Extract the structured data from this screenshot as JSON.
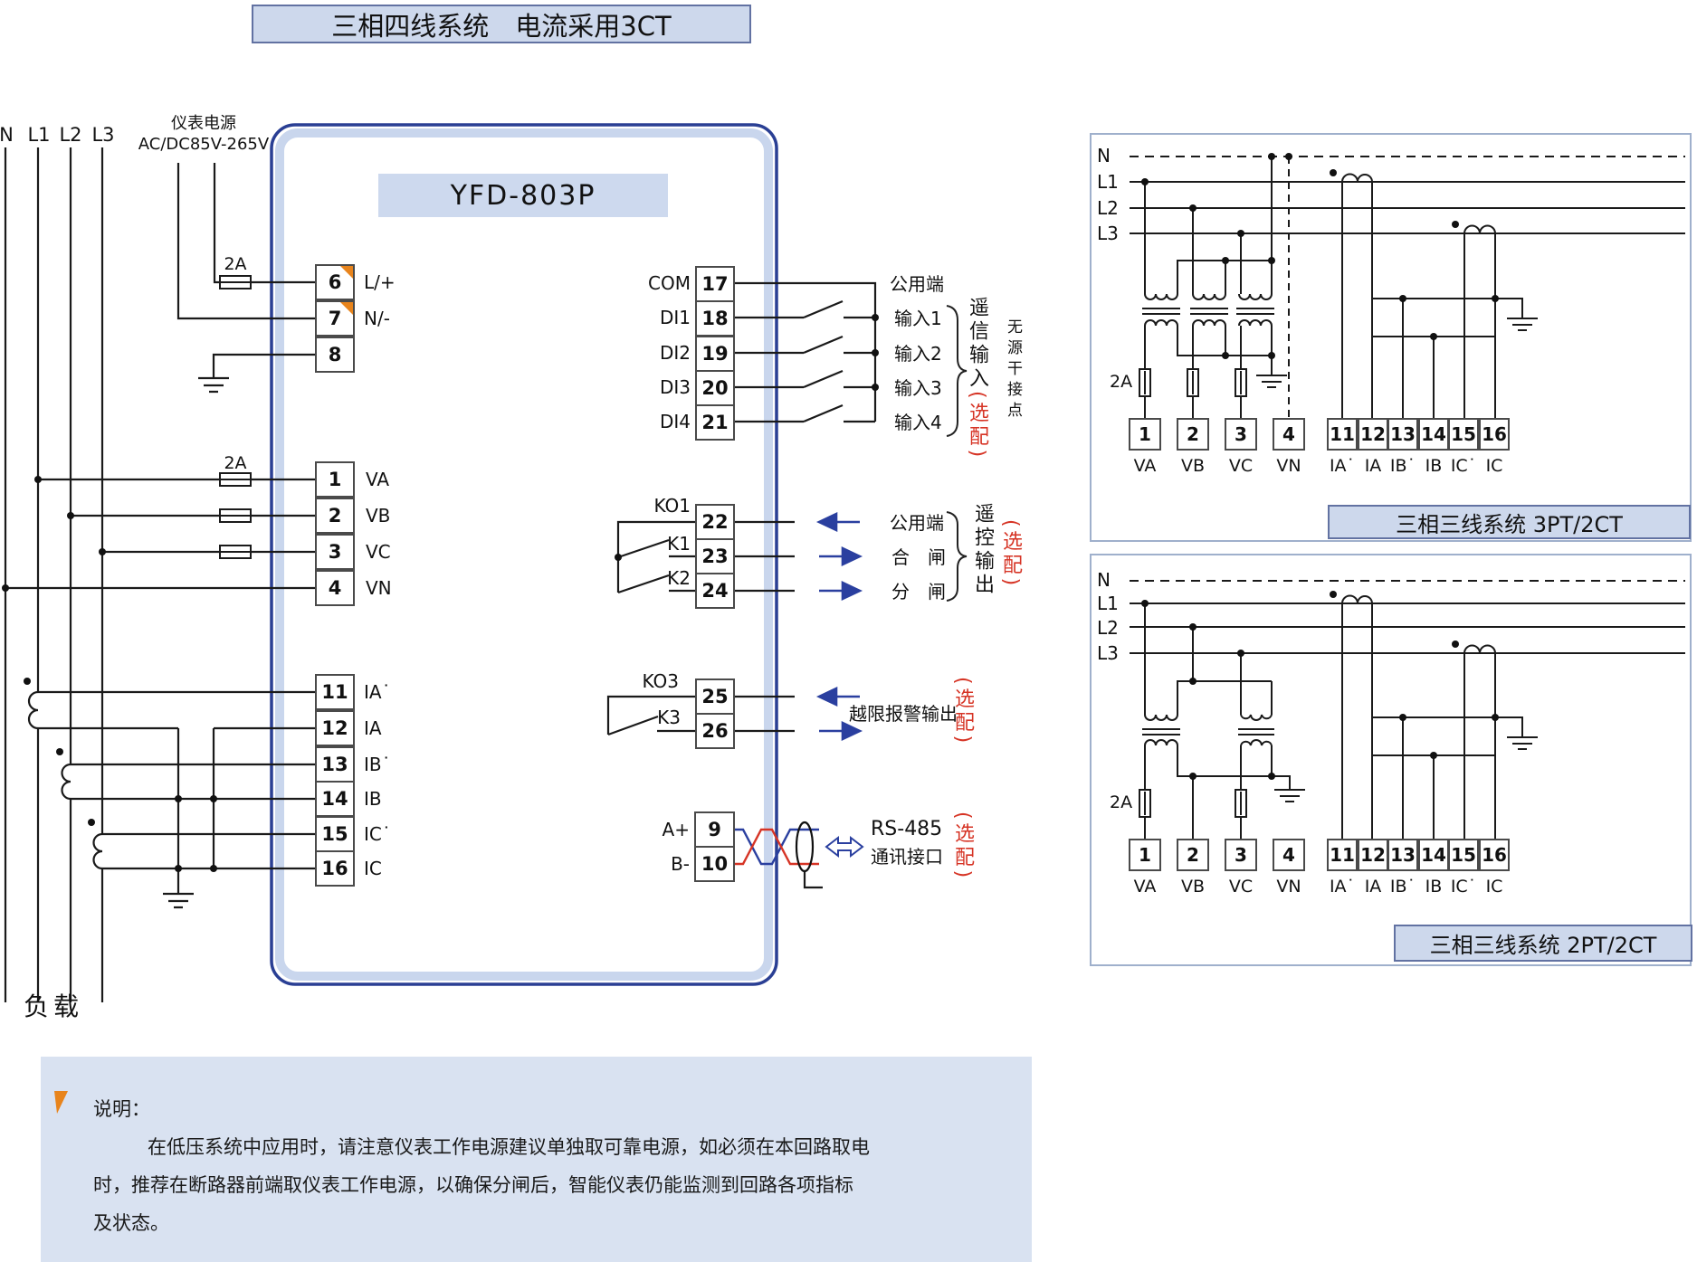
{
  "title": "三相四线系统　电流采用3CT",
  "labels": {
    "fuse": "2A"
  },
  "bus": {
    "labels": [
      "N",
      "L1",
      "L2",
      "L3"
    ],
    "load": "负载"
  },
  "supply": {
    "line1": "仪表电源",
    "line2": "AC/DC85V-265V"
  },
  "device": {
    "model": "YFD-803P",
    "power_terminals": [
      {
        "no": "6",
        "label": "L/+"
      },
      {
        "no": "7",
        "label": "N/-"
      },
      {
        "no": "8",
        "label": ""
      }
    ],
    "voltage_terminals": [
      {
        "no": "1",
        "label": "VA"
      },
      {
        "no": "2",
        "label": "VB"
      },
      {
        "no": "3",
        "label": "VC"
      },
      {
        "no": "4",
        "label": "VN"
      }
    ],
    "current_terminals": [
      {
        "no": "11",
        "label": "IA˙"
      },
      {
        "no": "12",
        "label": "IA"
      },
      {
        "no": "13",
        "label": "IB˙"
      },
      {
        "no": "14",
        "label": "IB"
      },
      {
        "no": "15",
        "label": "IC˙"
      },
      {
        "no": "16",
        "label": "IC"
      }
    ],
    "di_terminals": [
      {
        "no": "17",
        "label": "COM"
      },
      {
        "no": "18",
        "label": "DI1"
      },
      {
        "no": "19",
        "label": "DI2"
      },
      {
        "no": "20",
        "label": "DI3"
      },
      {
        "no": "21",
        "label": "DI4"
      }
    ],
    "ko1": {
      "name": "KO1",
      "k1": "K1",
      "k2": "K2",
      "terminals": [
        "22",
        "23",
        "24"
      ]
    },
    "ko3": {
      "name": "KO3",
      "k3": "K3",
      "terminals": [
        "25",
        "26"
      ]
    },
    "comm_terminals": [
      {
        "no": "9",
        "label": "A+"
      },
      {
        "no": "10",
        "label": "B-"
      }
    ]
  },
  "annotations": {
    "di": {
      "common": "公用端",
      "inputs": [
        "输入1",
        "输入2",
        "输入3",
        "输入4"
      ],
      "group": "遥信输入",
      "optional": "(选配)",
      "note": "无源干接点"
    },
    "ko1": {
      "common": "公用端",
      "close": "合　闸",
      "open": "分　闸",
      "group": "遥控输出",
      "optional": "(选配)"
    },
    "ko3": {
      "label": "越限报警输出",
      "optional": "(选配)"
    },
    "comm": {
      "name": "RS-485",
      "port": "通讯接口",
      "optional": "(选配)"
    }
  },
  "diagram_3pt": {
    "caption": "三相三线系统 3PT/2CT",
    "bus_labels": [
      "N",
      "L1",
      "L2",
      "L3"
    ],
    "voltage_terminals": [
      {
        "no": "1",
        "label": "VA"
      },
      {
        "no": "2",
        "label": "VB"
      },
      {
        "no": "3",
        "label": "VC"
      },
      {
        "no": "4",
        "label": "VN"
      }
    ],
    "current_terminals": [
      {
        "no": "11",
        "label": "IA˙"
      },
      {
        "no": "12",
        "label": "IA"
      },
      {
        "no": "13",
        "label": "IB˙"
      },
      {
        "no": "14",
        "label": "IB"
      },
      {
        "no": "15",
        "label": "IC˙"
      },
      {
        "no": "16",
        "label": "IC"
      }
    ]
  },
  "diagram_2pt": {
    "caption": "三相三线系统 2PT/2CT",
    "bus_labels": [
      "N",
      "L1",
      "L2",
      "L3"
    ],
    "voltage_terminals": [
      {
        "no": "1",
        "label": "VA"
      },
      {
        "no": "2",
        "label": "VB"
      },
      {
        "no": "3",
        "label": "VC"
      },
      {
        "no": "4",
        "label": "VN"
      }
    ],
    "current_terminals": [
      {
        "no": "11",
        "label": "IA˙"
      },
      {
        "no": "12",
        "label": "IA"
      },
      {
        "no": "13",
        "label": "IB˙"
      },
      {
        "no": "14",
        "label": "IB"
      },
      {
        "no": "15",
        "label": "IC˙"
      },
      {
        "no": "16",
        "label": "IC"
      }
    ]
  },
  "note": {
    "heading": "说明：",
    "lines": [
      "在低压系统中应用时，请注意仪表工作电源建议单独取可靠电源，如必须在本回路取电",
      "时，推荐在断路器前端取仪表工作电源，以确保分闸后，智能仪表仍能监测到回路各项指标",
      "及状态。"
    ]
  }
}
